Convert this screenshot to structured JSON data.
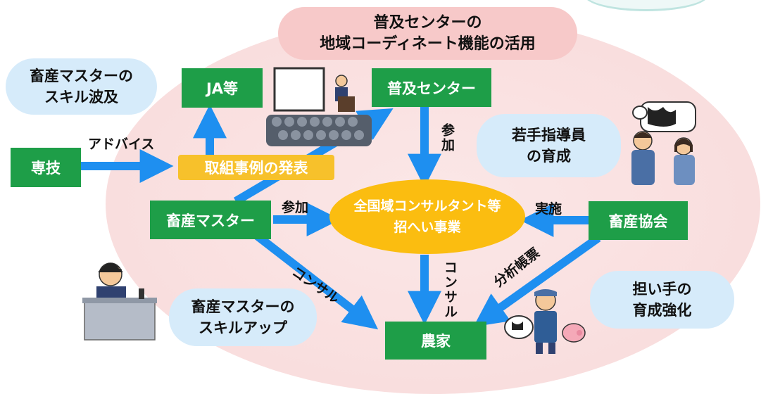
{
  "top_bubble": {
    "line1": "普及センターの",
    "line2": "地域コーディネート機能の活用"
  },
  "clouds": {
    "skill_spread": {
      "line1": "畜産マスターの",
      "line2": "スキル波及"
    },
    "young_leaders": {
      "line1": "若手指導員",
      "line2": "の育成"
    },
    "skill_up": {
      "line1": "畜産マスターの",
      "line2": "スキルアップ"
    },
    "successors": {
      "line1": "担い手の",
      "line2": "育成強化"
    }
  },
  "boxes": {
    "ja": "JA等",
    "extension_center": "普及センター",
    "senpo": "専技",
    "master": "畜産マスター",
    "association": "畜産協会",
    "farmer": "農家"
  },
  "case_presentation": "取組事例の発表",
  "central_project": {
    "line1": "全国域コンサルタント等",
    "line2": "招へい事業"
  },
  "arrow_labels": {
    "advice": "アドバイス",
    "participate_top": "参加",
    "participate_master": "参加",
    "implement": "実施",
    "consult_diag": "コンサル",
    "consult_vert": "コンサル",
    "analysis": "分析帳票"
  },
  "colors": {
    "green": "#1e9e48",
    "arrow": "#1e8ff0",
    "orange": "#fbbd10",
    "cloud": "#d6ebfa",
    "pink": "#f7c9c9"
  }
}
